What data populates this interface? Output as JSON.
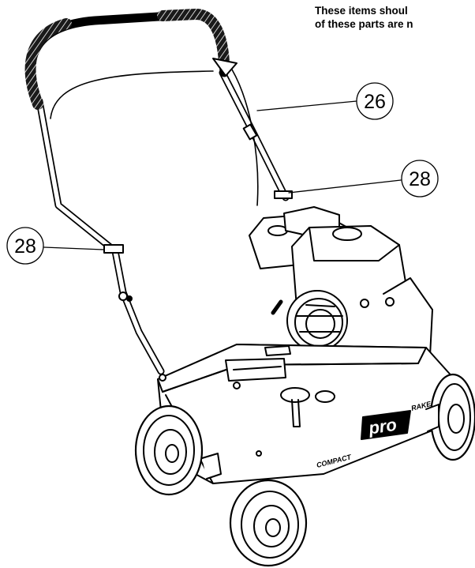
{
  "header_note": {
    "line1": "These items shoul",
    "line2": "of these parts are n"
  },
  "callouts": [
    {
      "id": "handle-cable",
      "number": "26"
    },
    {
      "id": "upper-cable-tie",
      "number": "28"
    },
    {
      "id": "left-cable-tie",
      "number": "28"
    }
  ],
  "deck": {
    "brand_logo": "pro",
    "label_left": "COMPACT",
    "label_right": "RAKE"
  }
}
